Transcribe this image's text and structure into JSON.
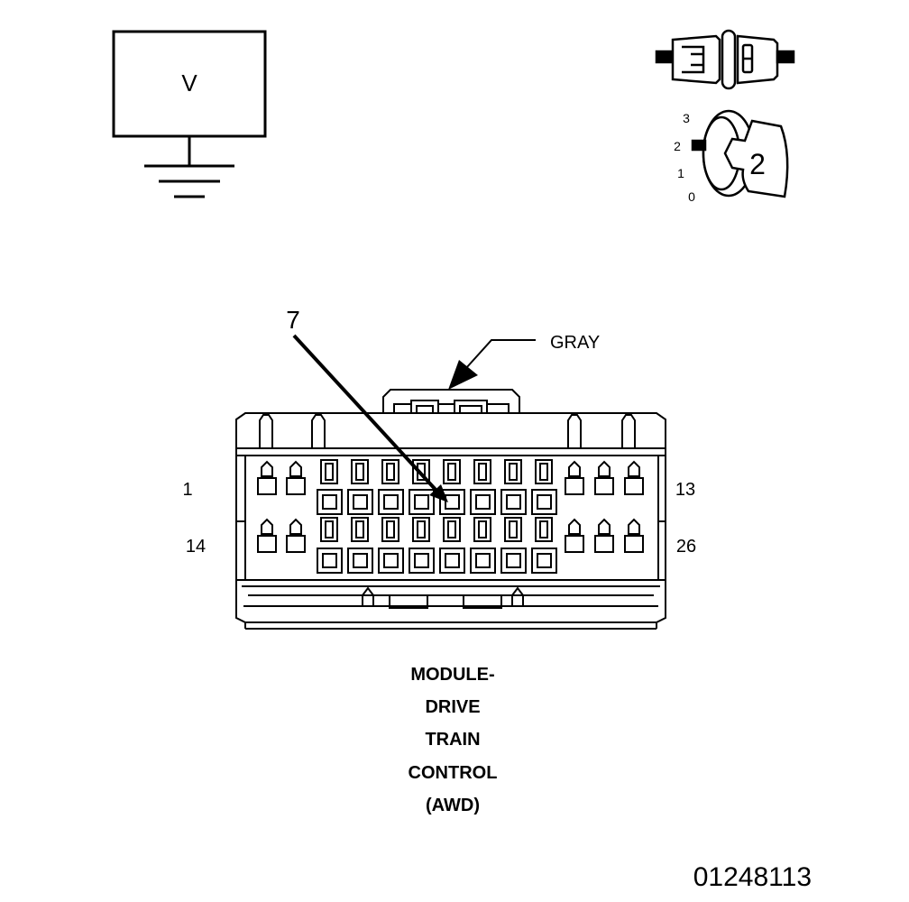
{
  "meter_symbol": {
    "label": "V"
  },
  "key_switch": {
    "positions": [
      "3",
      "2",
      "1",
      "0"
    ],
    "selected": "2"
  },
  "callouts": {
    "pin_callout": "7",
    "color": "GRAY"
  },
  "pin_numbers": {
    "row1_left": "1",
    "row1_right": "13",
    "row2_left": "14",
    "row2_right": "26"
  },
  "component_name": [
    "MODULE-",
    "DRIVE",
    "TRAIN",
    "CONTROL",
    "(AWD)"
  ],
  "figure_id": "01248113"
}
